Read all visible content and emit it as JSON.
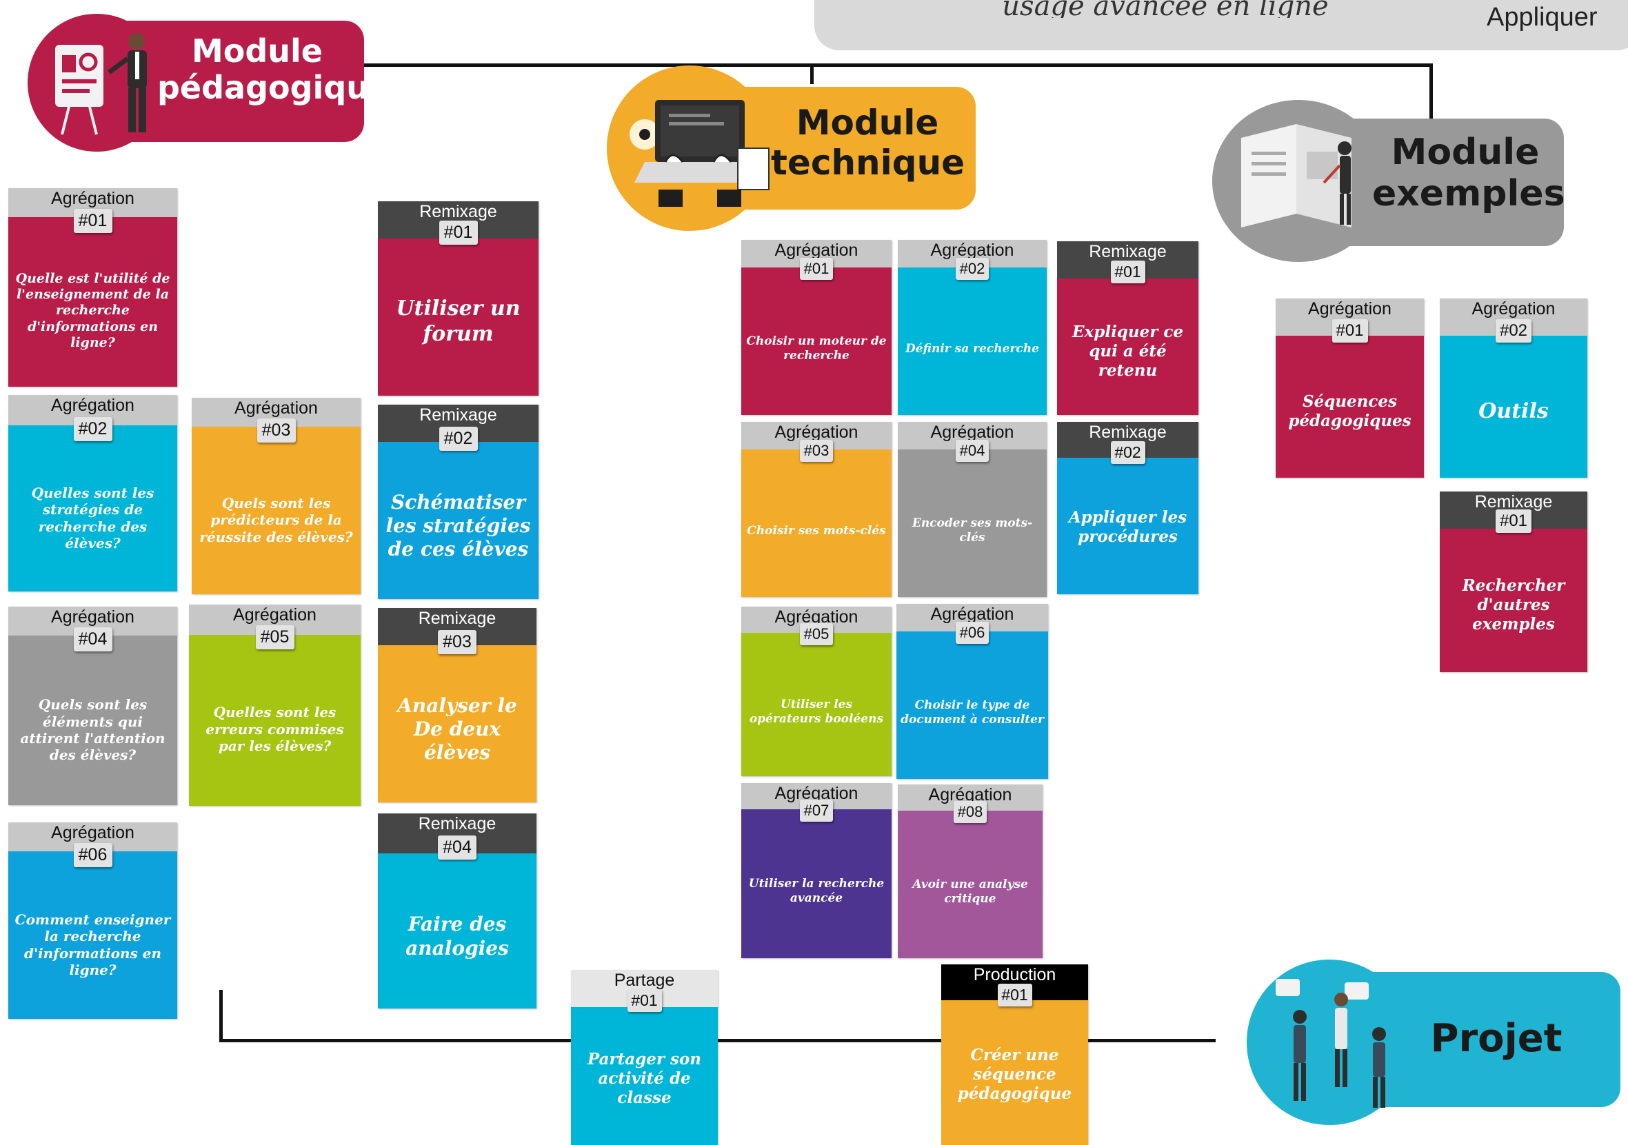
{
  "topbar": {
    "script_text": "usage avancée en ligne",
    "label": "Appliquer"
  },
  "colors": {
    "crimson": "#b81d4a",
    "cyan": "#00b6d8",
    "blue": "#0ea2dc",
    "orange": "#f3ab2a",
    "gray": "#999999",
    "lime": "#a6c512",
    "purple": "#4d3491",
    "violet": "#a3579b",
    "head_gray": "#c7c7c7",
    "head_dark": "#464646",
    "head_light": "#e6e6e6",
    "head_black": "#000000"
  },
  "modules": {
    "pedagogique": {
      "title_line1": "Module",
      "title_line2": "pédagogique",
      "icon": "presenter-icon"
    },
    "technique": {
      "title_line1": "Module",
      "title_line2": "technique",
      "icon": "laptop-icon"
    },
    "exemples": {
      "title_line1": "Module",
      "title_line2": "exemples",
      "icon": "reading-icon"
    },
    "projet": {
      "title": "Projet",
      "icon": "team-icon"
    }
  },
  "cards": {
    "ped_agg1": {
      "type": "Agrégation",
      "num": "#01",
      "text": "Quelle est l'utilité de l'enseignement de la recherche d'informations en ligne?"
    },
    "ped_agg2": {
      "type": "Agrégation",
      "num": "#02",
      "text": "Quelles sont les stratégies de recherche des élèves?"
    },
    "ped_agg3": {
      "type": "Agrégation",
      "num": "#03",
      "text": "Quels sont les prédicteurs de la réussite des élèves?"
    },
    "ped_agg4": {
      "type": "Agrégation",
      "num": "#04",
      "text": "Quels sont les éléments qui attirent l'attention des élèves?"
    },
    "ped_agg5": {
      "type": "Agrégation",
      "num": "#05",
      "text": "Quelles sont les erreurs commises par les élèves?"
    },
    "ped_agg6": {
      "type": "Agrégation",
      "num": "#06",
      "text": "Comment enseigner la recherche d'informations en ligne?"
    },
    "ped_rem1": {
      "type": "Remixage",
      "num": "#01",
      "text": "Utiliser un forum"
    },
    "ped_rem2": {
      "type": "Remixage",
      "num": "#02",
      "text": "Schématiser les stratégies de ces élèves"
    },
    "ped_rem3": {
      "type": "Remixage",
      "num": "#03",
      "text": "Analyser le De deux élèves"
    },
    "ped_rem4": {
      "type": "Remixage",
      "num": "#04",
      "text": "Faire des analogies"
    },
    "tech_agg1": {
      "type": "Agrégation",
      "num": "#01",
      "text": "Choisir un moteur de recherche"
    },
    "tech_agg2": {
      "type": "Agrégation",
      "num": "#02",
      "text": "Définir sa recherche"
    },
    "tech_agg3": {
      "type": "Agrégation",
      "num": "#03",
      "text": "Choisir ses mots-clés"
    },
    "tech_agg4": {
      "type": "Agrégation",
      "num": "#04",
      "text": "Encoder ses mots-clés"
    },
    "tech_agg5": {
      "type": "Agrégation",
      "num": "#05",
      "text": "Utiliser les opérateurs booléens"
    },
    "tech_agg6": {
      "type": "Agrégation",
      "num": "#06",
      "text": "Choisir le type de document à consulter"
    },
    "tech_agg7": {
      "type": "Agrégation",
      "num": "#07",
      "text": "Utiliser la recherche avancée"
    },
    "tech_agg8": {
      "type": "Agrégation",
      "num": "#08",
      "text": "Avoir une analyse critique"
    },
    "tech_rem1": {
      "type": "Remixage",
      "num": "#01",
      "text": "Expliquer ce qui a été retenu"
    },
    "tech_rem2": {
      "type": "Remixage",
      "num": "#02",
      "text": "Appliquer les procédures"
    },
    "ex_agg1": {
      "type": "Agrégation",
      "num": "#01",
      "text": "Séquences pédagogiques"
    },
    "ex_agg2": {
      "type": "Agrégation",
      "num": "#02",
      "text": "Outils"
    },
    "ex_rem1": {
      "type": "Remixage",
      "num": "#01",
      "text": "Rechercher d'autres exemples"
    },
    "proj_partage": {
      "type": "Partage",
      "num": "#01",
      "text": "Partager son activité de classe"
    },
    "proj_prod": {
      "type": "Production",
      "num": "#01",
      "text": "Créer une séquence pédagogique"
    }
  }
}
